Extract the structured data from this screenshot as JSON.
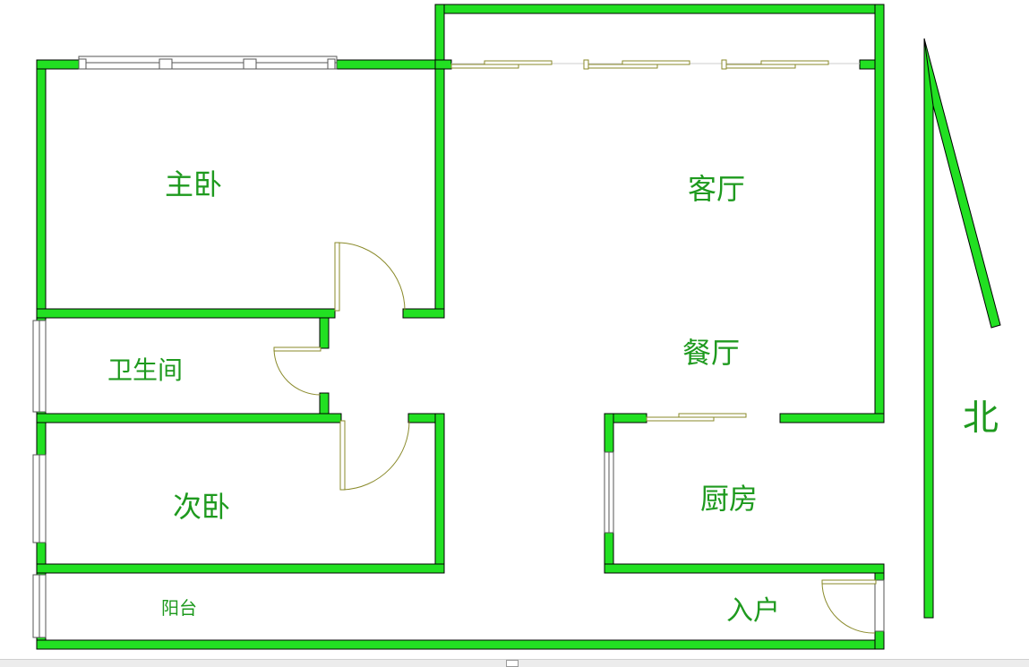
{
  "rooms": {
    "master_bedroom": "主卧",
    "living_room": "客厅",
    "dining_room": "餐厅",
    "bathroom": "卫生间",
    "second_bedroom": "次卧",
    "kitchen": "厨房",
    "balcony": "阳台",
    "entrance": "入户"
  },
  "compass": {
    "north_label": "北",
    "icon": "north-arrow-icon"
  },
  "colors": {
    "wall": "#22e022",
    "label": "#1e9a1e",
    "door": "#8a8a2a"
  }
}
